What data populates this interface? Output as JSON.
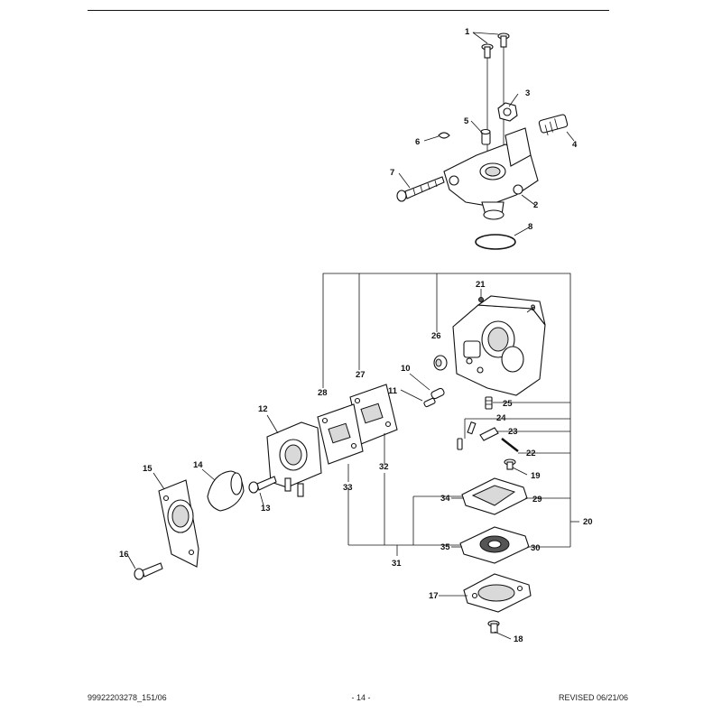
{
  "footer": {
    "left": "99922203278_151/06",
    "center": "- 14 -",
    "right": "REVISED 06/21/06"
  },
  "callouts": [
    {
      "id": "1",
      "label": "1"
    },
    {
      "id": "2",
      "label": "2"
    },
    {
      "id": "3",
      "label": "3"
    },
    {
      "id": "4",
      "label": "4"
    },
    {
      "id": "5",
      "label": "5"
    },
    {
      "id": "6",
      "label": "6"
    },
    {
      "id": "7",
      "label": "7"
    },
    {
      "id": "8",
      "label": "8"
    },
    {
      "id": "9",
      "label": "9"
    },
    {
      "id": "10",
      "label": "10"
    },
    {
      "id": "11",
      "label": "11"
    },
    {
      "id": "12",
      "label": "12"
    },
    {
      "id": "13",
      "label": "13"
    },
    {
      "id": "14",
      "label": "14"
    },
    {
      "id": "15",
      "label": "15"
    },
    {
      "id": "16",
      "label": "16"
    },
    {
      "id": "17",
      "label": "17"
    },
    {
      "id": "18",
      "label": "18"
    },
    {
      "id": "19",
      "label": "19"
    },
    {
      "id": "20",
      "label": "20"
    },
    {
      "id": "21",
      "label": "21"
    },
    {
      "id": "22",
      "label": "22"
    },
    {
      "id": "23",
      "label": "23"
    },
    {
      "id": "24",
      "label": "24"
    },
    {
      "id": "25",
      "label": "25"
    },
    {
      "id": "26",
      "label": "26"
    },
    {
      "id": "27",
      "label": "27"
    },
    {
      "id": "28",
      "label": "28"
    },
    {
      "id": "29",
      "label": "29"
    },
    {
      "id": "30",
      "label": "30"
    },
    {
      "id": "31",
      "label": "31"
    },
    {
      "id": "32",
      "label": "32"
    },
    {
      "id": "33",
      "label": "33"
    },
    {
      "id": "34",
      "label": "34"
    },
    {
      "id": "35",
      "label": "35"
    }
  ]
}
